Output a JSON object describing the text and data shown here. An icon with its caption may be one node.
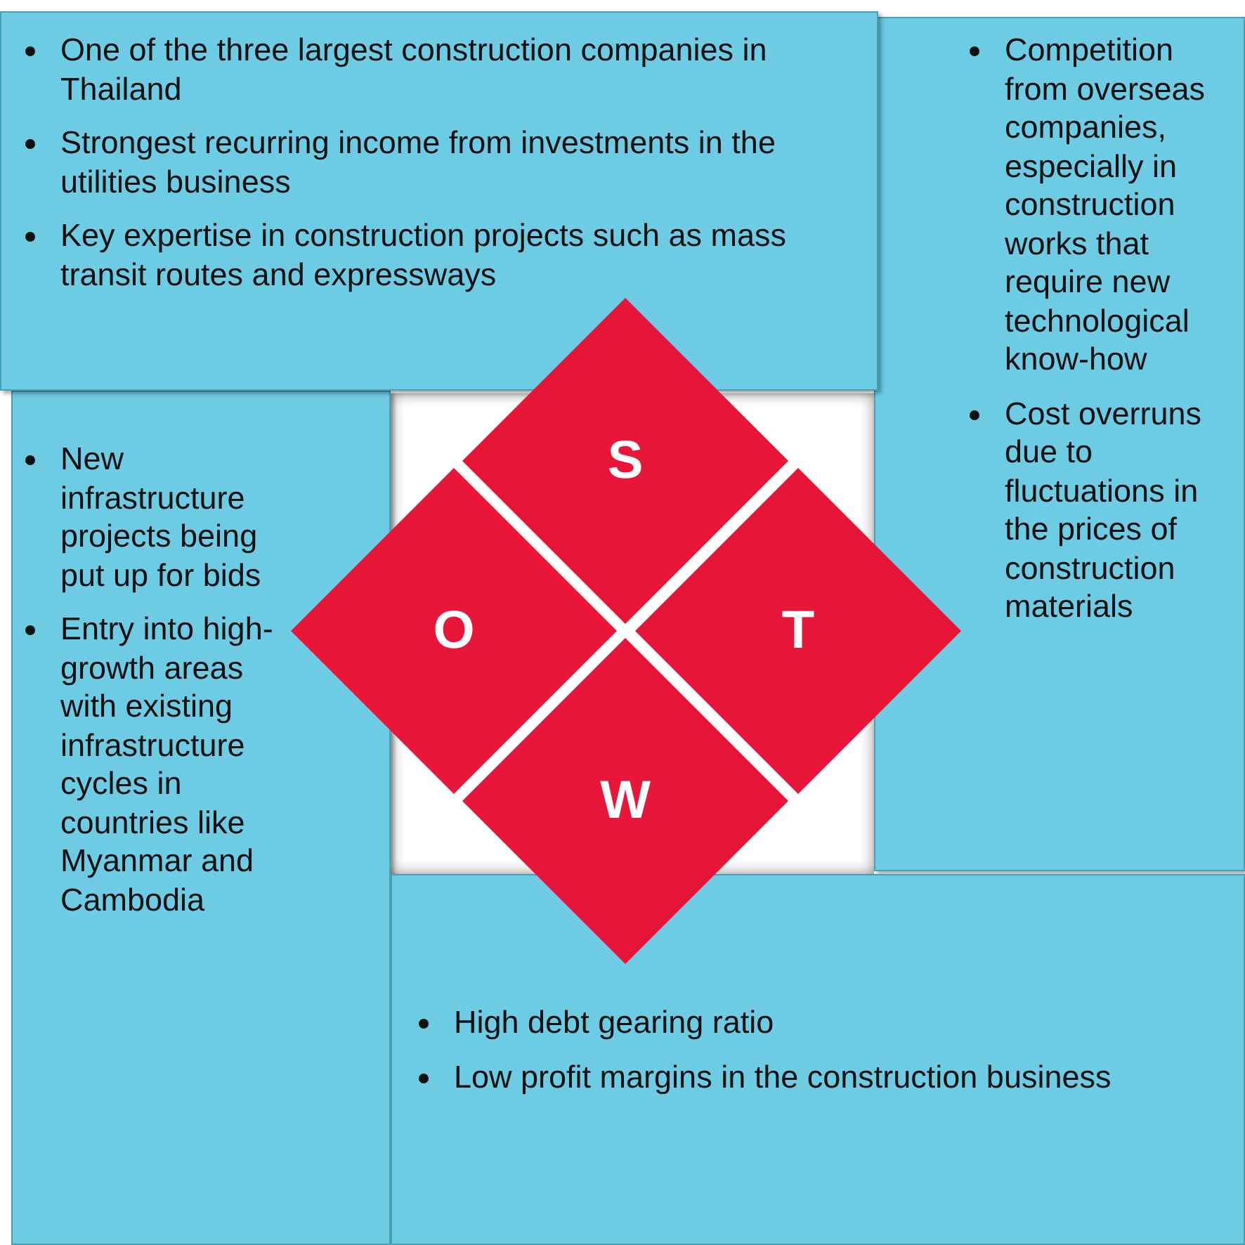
{
  "diagram": {
    "nodes": [
      {
        "text": [
          "One of the three largest construction companies in Thailand",
          "Strongest recurring income from investments in the utilities business",
          "Key expertise in construction projects such as mass transit routes and expressways"
        ]
      },
      {
        "text": [
          "Competition from overseas companies, especially in construction works that require new technological know-how",
          "Cost overruns due to fluctuations in the prices of construction materials"
        ]
      },
      {
        "text": [
          "New infrastructure projects being put up for bids",
          "Entry into high-growth areas with existing infrastructure cycles in countries like Myanmar and Cambodia"
        ]
      },
      {
        "text": [
          "High debt gearing ratio",
          "Low profit margins in the construction business"
        ]
      },
      {
        "text": [
          "S"
        ]
      },
      {
        "text": [
          "O"
        ]
      },
      {
        "text": [
          "T"
        ]
      },
      {
        "text": [
          "W"
        ]
      }
    ]
  }
}
